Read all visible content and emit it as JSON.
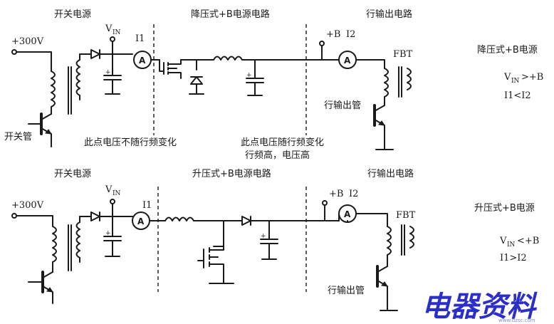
{
  "top": {
    "label_switch_supply": "开关电源",
    "label_buck_circuit": "降压式+B电源电路",
    "label_hout_circuit": "行输出电路",
    "label_300v": "+300V",
    "label_vin": "V",
    "label_vin_sub": "IN",
    "label_i1": "I1",
    "label_b": "+B",
    "label_i2": "I2",
    "label_fbt": "FBT",
    "label_switch_tube": "开关管",
    "label_hout_tube": "行输出管",
    "note_fixed": "此点电压不随行频变化",
    "note_follow_line1": "此点电压随行频变化",
    "note_follow_line2": "行频高，电压高",
    "meter_a1": "A",
    "meter_a2": "A"
  },
  "top_side": {
    "title": "降压式+B电源",
    "rel1_v": "V",
    "rel1_sub": "IN",
    "rel1_rest": ">+B",
    "rel2": "I1<I2"
  },
  "bottom": {
    "label_switch_supply": "开关电源",
    "label_boost_circuit": "升压式+B电源电路",
    "label_hout_circuit": "行输出电路",
    "label_300v": "+300V",
    "label_vin": "V",
    "label_vin_sub": "IN",
    "label_i1": "I1",
    "label_b": "+B",
    "label_i2": "I2",
    "label_fbt": "FBT",
    "label_hout_tube": "行输出管",
    "meter_a1": "A",
    "meter_a2": "A"
  },
  "bottom_side": {
    "title": "升压式+B电源",
    "rel1_v": "V",
    "rel1_sub": "IN",
    "rel1_rest": "<+B",
    "rel2": "I1>I2"
  },
  "watermark": {
    "text": "电器资料",
    "url": "www.dzsc.com"
  },
  "colors": {
    "ink": "#1a1a1a",
    "watermark": "#2b2ec8"
  }
}
